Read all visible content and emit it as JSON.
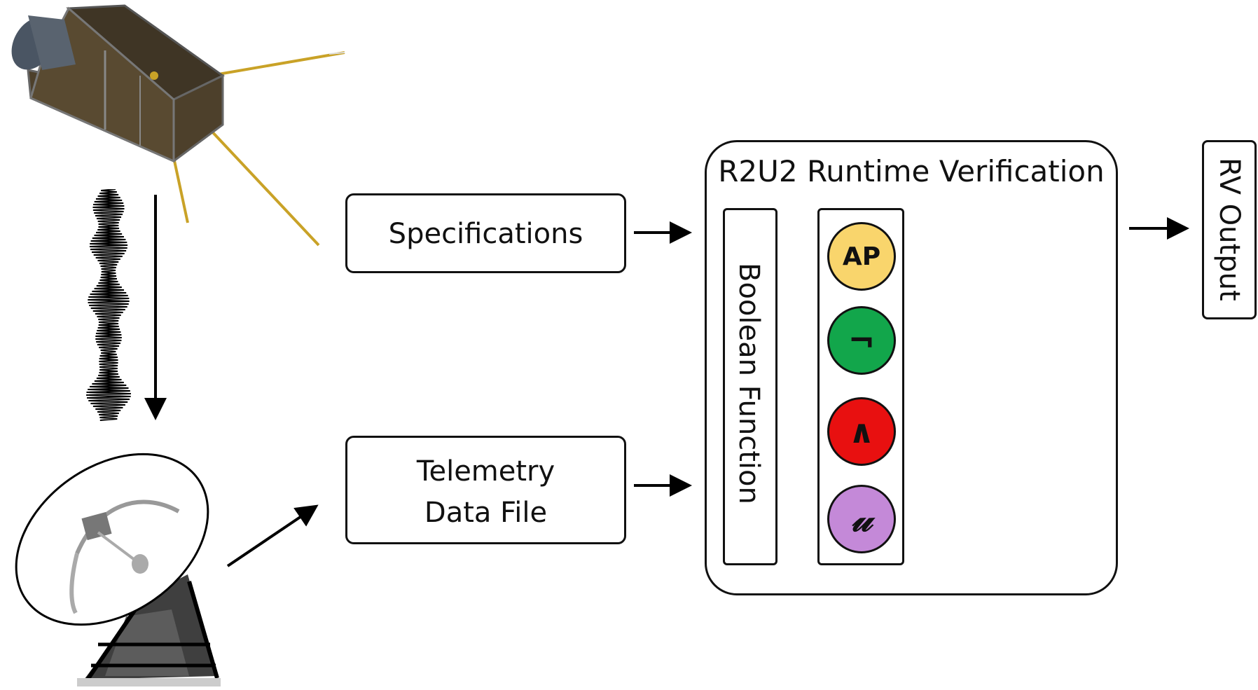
{
  "diagram": {
    "specifications_label": "Specifications",
    "telemetry_label_line1": "Telemetry",
    "telemetry_label_line2": "Data File",
    "r2u2_title": "R2U2 Runtime Verification",
    "boolean_function_label": "Boolean Function",
    "rv_output_label": "RV Output",
    "operators": [
      {
        "symbol": "AP",
        "color": "#f9d56c"
      },
      {
        "symbol": "¬",
        "color": "#12a64b"
      },
      {
        "symbol": "∧",
        "color": "#e81010"
      },
      {
        "symbol": "𝓊",
        "color": "#c489d8"
      }
    ]
  },
  "icons": {
    "satellite": "satellite-icon",
    "signal": "radio-signal-waveform-icon",
    "dish": "ground-station-dish-icon"
  }
}
